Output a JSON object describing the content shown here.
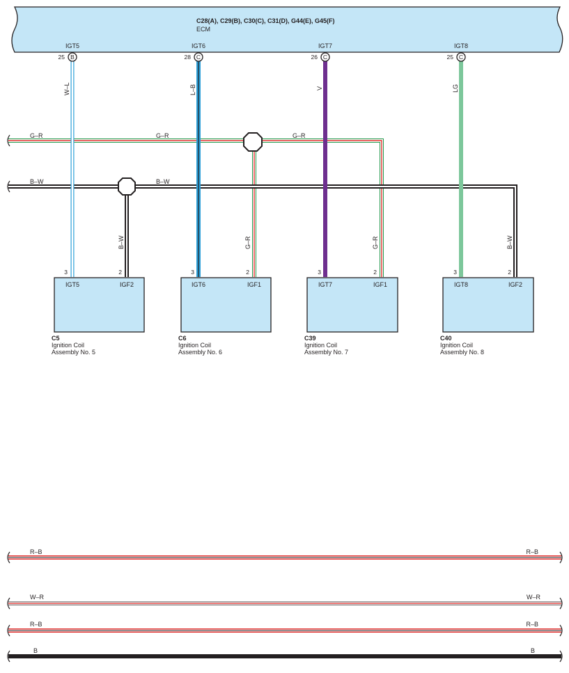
{
  "ecm": {
    "connectors": "C28(A), C29(B), C30(C), C31(D), G44(E), G45(F)",
    "name": "ECM",
    "pins": [
      {
        "signal": "IGT5",
        "pin_no": "25",
        "connector": "B",
        "wire": "W–L"
      },
      {
        "signal": "IGT6",
        "pin_no": "28",
        "connector": "C",
        "wire": "L–B"
      },
      {
        "signal": "IGT7",
        "pin_no": "26",
        "connector": "C",
        "wire": "V"
      },
      {
        "signal": "IGT8",
        "pin_no": "25",
        "connector": "C",
        "wire": "LG"
      }
    ]
  },
  "bus_lines": {
    "g_r_labels": [
      "G–R",
      "G–R",
      "G–R"
    ],
    "b_w_labels": [
      "B–W",
      "B–W"
    ]
  },
  "coils": [
    {
      "code": "C5",
      "name": "Ignition Coil",
      "assembly": "Assembly No.  5",
      "left_pin": "3",
      "left_signal": "IGT5",
      "right_pin": "2",
      "right_signal": "IGF2",
      "feed_wire": "B–W"
    },
    {
      "code": "C6",
      "name": "Ignition Coil",
      "assembly": "Assembly No.  6",
      "left_pin": "3",
      "left_signal": "IGT6",
      "right_pin": "2",
      "right_signal": "IGF1",
      "feed_wire": "G–R"
    },
    {
      "code": "C39",
      "name": "Ignition Coil",
      "assembly": "Assembly No.  7",
      "left_pin": "3",
      "left_signal": "IGT7",
      "right_pin": "2",
      "right_signal": "IGF1",
      "feed_wire": "G–R"
    },
    {
      "code": "C40",
      "name": "Ignition Coil",
      "assembly": "Assembly No.  8",
      "left_pin": "3",
      "left_signal": "IGT8",
      "right_pin": "2",
      "right_signal": "IGF2",
      "feed_wire": "B–W"
    }
  ],
  "bottom_wires": [
    {
      "label_left": "R–B",
      "label_right": "R–B",
      "kind": "red-black"
    },
    {
      "label_left": "W–R",
      "label_right": "W–R",
      "kind": "white-red"
    },
    {
      "label_left": "R–B",
      "label_right": "R–B",
      "kind": "red-black"
    },
    {
      "label_left": "B",
      "label_right": "B",
      "kind": "black"
    }
  ],
  "colors": {
    "box_fill": "#c4e6f7",
    "wire_black": "#231f20",
    "wire_violet": "#6e2f8f",
    "wire_light_green": "#7dc79b",
    "wire_blue": "#2b9fd8",
    "wire_green": "#1f9a4c",
    "wire_red": "#e3312f"
  }
}
